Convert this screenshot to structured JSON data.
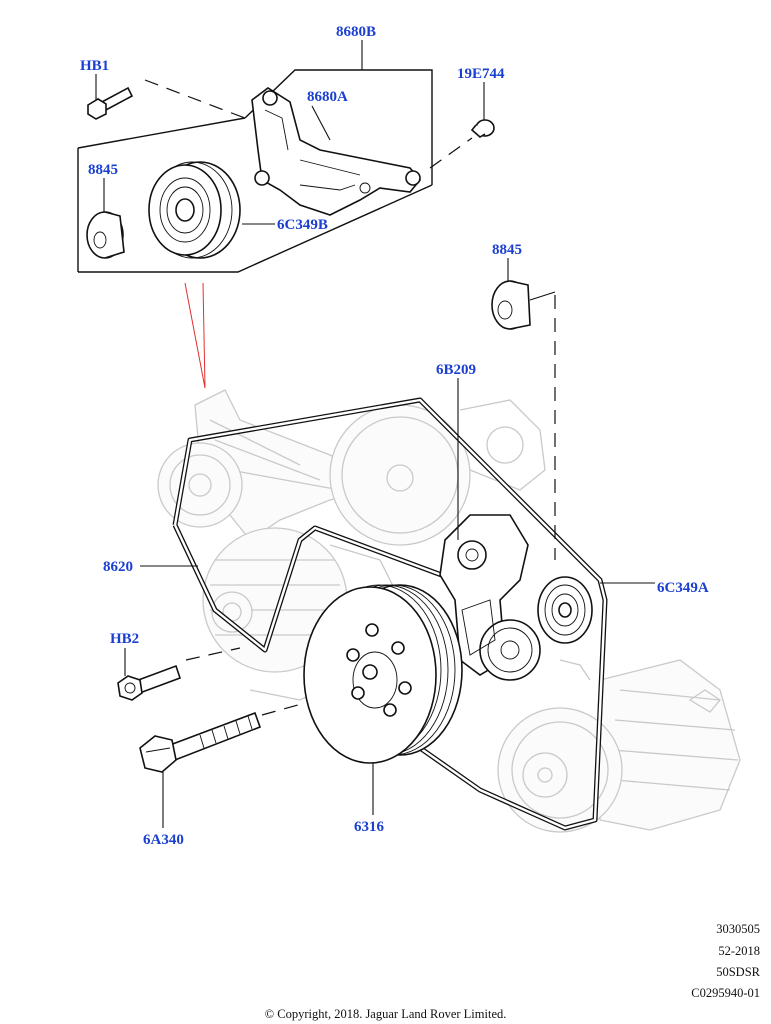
{
  "callouts": {
    "c8680B": "8680B",
    "cHB1": "HB1",
    "c8680A": "8680A",
    "c19E744": "19E744",
    "c8845a": "8845",
    "c6C349B": "6C349B",
    "c8845b": "8845",
    "c6B209": "6B209",
    "c8620": "8620",
    "c6C349A": "6C349A",
    "cHB2": "HB2",
    "c6316": "6316",
    "c6A340": "6A340"
  },
  "meta": {
    "line1": "3030505",
    "line2": "52-2018",
    "line3": "50SDSR",
    "line4": "C0295940-01"
  },
  "copyright": "© Copyright, 2018. Jaguar Land Rover Limited.",
  "colors": {
    "callout": "#1a3fd1",
    "line": "#111111",
    "ghost": "#c9c9c9",
    "leader_red": "#e03030"
  }
}
